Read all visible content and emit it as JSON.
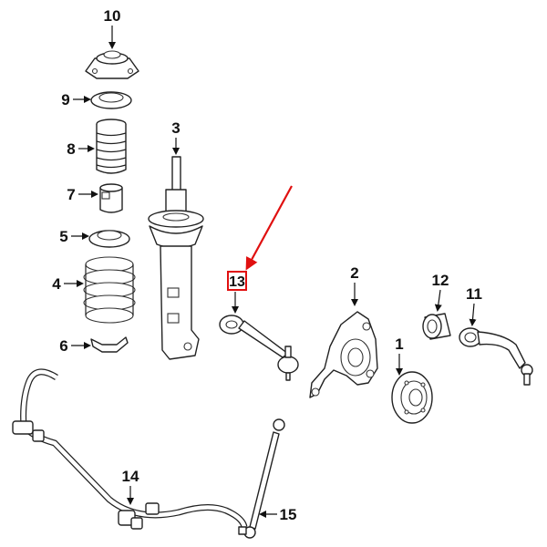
{
  "diagram": {
    "callouts": {
      "c1": "1",
      "c2": "2",
      "c3": "3",
      "c4": "4",
      "c5": "5",
      "c6": "6",
      "c7": "7",
      "c8": "8",
      "c9": "9",
      "c10": "10",
      "c11": "11",
      "c12": "12",
      "c13": "13",
      "c14": "14",
      "c15": "15"
    },
    "highlight": {
      "color": "#e01010",
      "highlighted_callout": "13"
    }
  }
}
